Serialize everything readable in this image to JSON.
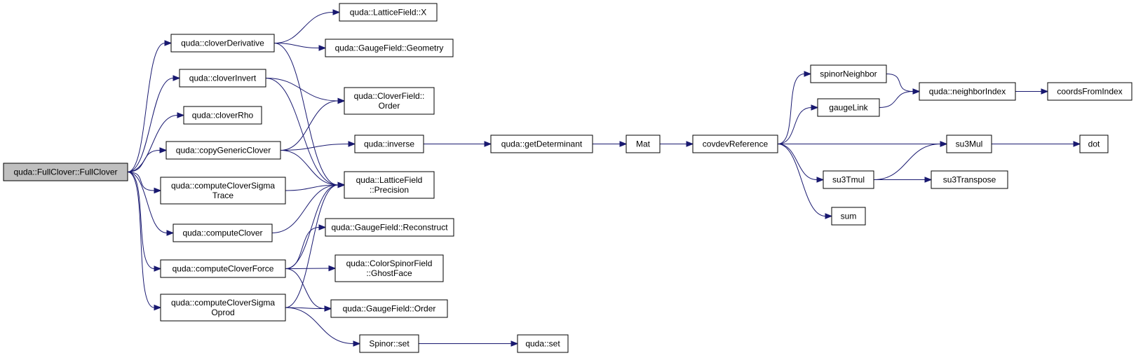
{
  "nodes": [
    {
      "id": "root",
      "lines": [
        "quda::FullClover::FullClover"
      ],
      "root": true
    },
    {
      "id": "cloverDerivative",
      "lines": [
        "quda::cloverDerivative"
      ]
    },
    {
      "id": "cloverInvert",
      "lines": [
        "quda::cloverInvert"
      ]
    },
    {
      "id": "cloverRho",
      "lines": [
        "quda::cloverRho"
      ]
    },
    {
      "id": "copyGenericClover",
      "lines": [
        "quda::copyGenericClover"
      ]
    },
    {
      "id": "computeCloverSigmaTrace",
      "lines": [
        "quda::computeCloverSigma",
        "Trace"
      ]
    },
    {
      "id": "computeClover",
      "lines": [
        "quda::computeClover"
      ]
    },
    {
      "id": "computeCloverForce",
      "lines": [
        "quda::computeCloverForce"
      ]
    },
    {
      "id": "computeCloverSigmaOprod",
      "lines": [
        "quda::computeCloverSigma",
        "Oprod"
      ]
    },
    {
      "id": "latticeX",
      "lines": [
        "quda::LatticeField::X"
      ]
    },
    {
      "id": "gaugeGeometry",
      "lines": [
        "quda::GaugeField::Geometry"
      ]
    },
    {
      "id": "cloverOrder",
      "lines": [
        "quda::CloverField::",
        "Order"
      ]
    },
    {
      "id": "inverse",
      "lines": [
        "quda::inverse"
      ]
    },
    {
      "id": "latticePrecision",
      "lines": [
        "quda::LatticeField",
        "::Precision"
      ]
    },
    {
      "id": "gaugeReconstruct",
      "lines": [
        "quda::GaugeField::Reconstruct"
      ]
    },
    {
      "id": "ghostFace",
      "lines": [
        "quda::ColorSpinorField",
        "::GhostFace"
      ]
    },
    {
      "id": "gaugeOrder",
      "lines": [
        "quda::GaugeField::Order"
      ]
    },
    {
      "id": "spinorSet",
      "lines": [
        "Spinor::set"
      ]
    },
    {
      "id": "qudaSet",
      "lines": [
        "quda::set"
      ]
    },
    {
      "id": "getDeterminant",
      "lines": [
        "quda::getDeterminant"
      ]
    },
    {
      "id": "mat",
      "lines": [
        "Mat"
      ]
    },
    {
      "id": "covdevReference",
      "lines": [
        "covdevReference"
      ]
    },
    {
      "id": "spinorNeighbor",
      "lines": [
        "spinorNeighbor"
      ]
    },
    {
      "id": "gaugeLink",
      "lines": [
        "gaugeLink"
      ]
    },
    {
      "id": "su3Tmul",
      "lines": [
        "su3Tmul"
      ]
    },
    {
      "id": "sum",
      "lines": [
        "sum"
      ]
    },
    {
      "id": "neighborIndex",
      "lines": [
        "quda::neighborIndex"
      ]
    },
    {
      "id": "coordsFromIndex",
      "lines": [
        "coordsFromIndex"
      ]
    },
    {
      "id": "su3Mul",
      "lines": [
        "su3Mul"
      ]
    },
    {
      "id": "su3Transpose",
      "lines": [
        "su3Transpose"
      ]
    },
    {
      "id": "dot",
      "lines": [
        "dot"
      ]
    }
  ],
  "edges": [
    [
      "root",
      "cloverDerivative"
    ],
    [
      "root",
      "cloverInvert"
    ],
    [
      "root",
      "cloverRho"
    ],
    [
      "root",
      "copyGenericClover"
    ],
    [
      "root",
      "computeCloverSigmaTrace"
    ],
    [
      "root",
      "computeClover"
    ],
    [
      "root",
      "computeCloverForce"
    ],
    [
      "root",
      "computeCloverSigmaOprod"
    ],
    [
      "cloverDerivative",
      "latticeX"
    ],
    [
      "cloverDerivative",
      "gaugeGeometry"
    ],
    [
      "cloverDerivative",
      "latticePrecision"
    ],
    [
      "cloverInvert",
      "cloverOrder"
    ],
    [
      "cloverInvert",
      "latticePrecision"
    ],
    [
      "copyGenericClover",
      "cloverOrder"
    ],
    [
      "copyGenericClover",
      "inverse"
    ],
    [
      "copyGenericClover",
      "latticePrecision"
    ],
    [
      "computeCloverSigmaTrace",
      "latticePrecision"
    ],
    [
      "computeClover",
      "latticePrecision"
    ],
    [
      "computeCloverForce",
      "latticePrecision"
    ],
    [
      "computeCloverForce",
      "gaugeReconstruct"
    ],
    [
      "computeCloverForce",
      "ghostFace"
    ],
    [
      "computeCloverForce",
      "gaugeOrder"
    ],
    [
      "computeCloverSigmaOprod",
      "latticePrecision"
    ],
    [
      "computeCloverSigmaOprod",
      "gaugeOrder"
    ],
    [
      "computeCloverSigmaOprod",
      "spinorSet"
    ],
    [
      "spinorSet",
      "qudaSet"
    ],
    [
      "inverse",
      "getDeterminant"
    ],
    [
      "getDeterminant",
      "mat"
    ],
    [
      "mat",
      "covdevReference"
    ],
    [
      "covdevReference",
      "spinorNeighbor"
    ],
    [
      "covdevReference",
      "gaugeLink"
    ],
    [
      "covdevReference",
      "su3Mul"
    ],
    [
      "covdevReference",
      "su3Tmul"
    ],
    [
      "covdevReference",
      "sum"
    ],
    [
      "spinorNeighbor",
      "neighborIndex"
    ],
    [
      "gaugeLink",
      "neighborIndex"
    ],
    [
      "neighborIndex",
      "coordsFromIndex"
    ],
    [
      "su3Mul",
      "dot"
    ],
    [
      "su3Tmul",
      "su3Mul"
    ],
    [
      "su3Tmul",
      "su3Transpose"
    ]
  ],
  "colors": {
    "edge": "#191970",
    "root_fill": "#bfbfbf",
    "node_fill": "#ffffff",
    "border": "#000000"
  }
}
